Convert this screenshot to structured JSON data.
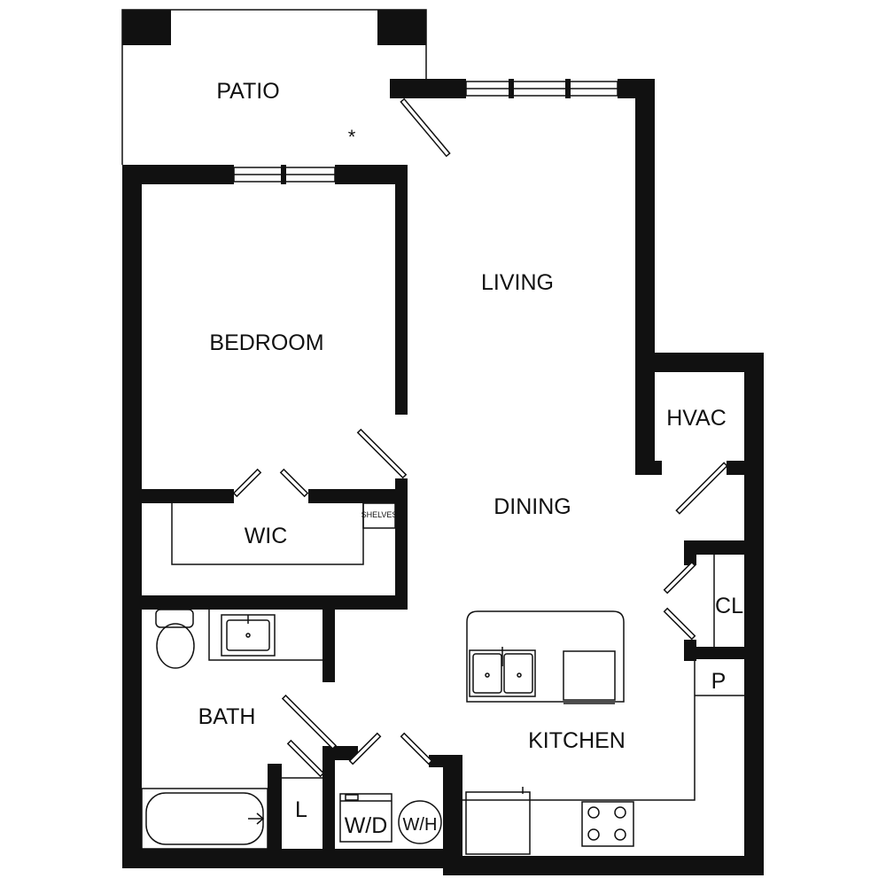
{
  "plan": {
    "rooms": {
      "patio": "PATIO",
      "living": "LIVING",
      "bedroom": "BEDROOM",
      "wic": "WIC",
      "shelves": "SHELVES",
      "hvac": "HVAC",
      "dining": "DINING",
      "cl": "CL",
      "p": "P",
      "bath": "BATH",
      "kitchen": "KITCHEN",
      "linen": "L",
      "washer_dryer": "W/D",
      "water_heater": "W/H"
    },
    "marker": "*"
  },
  "colors": {
    "wall": "#111111",
    "background": "#ffffff"
  }
}
